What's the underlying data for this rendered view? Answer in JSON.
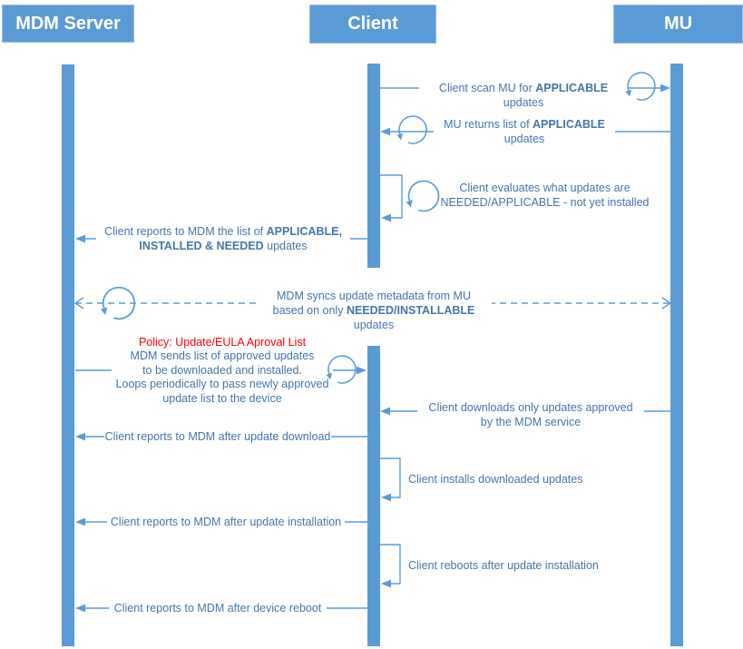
{
  "actors": [
    {
      "label": "MDM Server"
    },
    {
      "label": "Client"
    },
    {
      "label": "MU"
    }
  ],
  "messages": {
    "scan": [
      [
        {
          "t": "Client scan MU for "
        },
        {
          "t": "APPLICABLE",
          "b": 1
        },
        {
          "t": " updates"
        }
      ]
    ],
    "returns": [
      [
        {
          "t": "MU returns list of "
        },
        {
          "t": "APPLICABLE",
          "b": 1
        }
      ],
      [
        {
          "t": "updates"
        }
      ]
    ],
    "evaluates": [
      [
        {
          "t": "Client evaluates what updates are"
        }
      ],
      [
        {
          "t": "NEEDED/APPLICABLE - not yet installed"
        }
      ]
    ],
    "report_list": [
      [
        {
          "t": "Client reports to MDM the list of "
        },
        {
          "t": "APPLICABLE,",
          "b": 1
        }
      ],
      [
        {
          "t": "INSTALLED & NEEDED",
          "b": 1
        },
        {
          "t": " updates"
        }
      ]
    ],
    "sync": [
      [
        {
          "t": "MDM syncs update metadata from MU"
        }
      ],
      [
        {
          "t": "based on only "
        },
        {
          "t": "NEEDED/INSTALLABLE",
          "b": 1
        },
        {
          "t": " updates"
        }
      ]
    ],
    "policy": [
      [
        {
          "t": "Policy: Update/EULA Aproval List"
        }
      ]
    ],
    "approved": [
      [
        {
          "t": "MDM sends list of approved updates"
        }
      ],
      [
        {
          "t": "to be downloaded and installed."
        }
      ],
      [
        {
          "t": "Loops periodically to pass newly approved"
        }
      ],
      [
        {
          "t": "update list to the device"
        }
      ]
    ],
    "downloads": [
      [
        {
          "t": "Client downloads only updates approved"
        }
      ],
      [
        {
          "t": "by the MDM service"
        }
      ]
    ],
    "report_download": [
      [
        {
          "t": "Client reports to MDM after update download"
        }
      ]
    ],
    "installs": [
      [
        {
          "t": "Client installs downloaded updates"
        }
      ]
    ],
    "report_install": [
      [
        {
          "t": "Client reports to MDM after update installation"
        }
      ]
    ],
    "reboots": [
      [
        {
          "t": "Client reboots after update installation"
        }
      ]
    ],
    "report_reboot": [
      [
        {
          "t": "Client reports to MDM after device reboot"
        }
      ]
    ]
  },
  "colors": {
    "lifeline_blue": "#5b9bd5",
    "message_text_blue": "#4575a9",
    "policy_red": "#ff0000"
  }
}
